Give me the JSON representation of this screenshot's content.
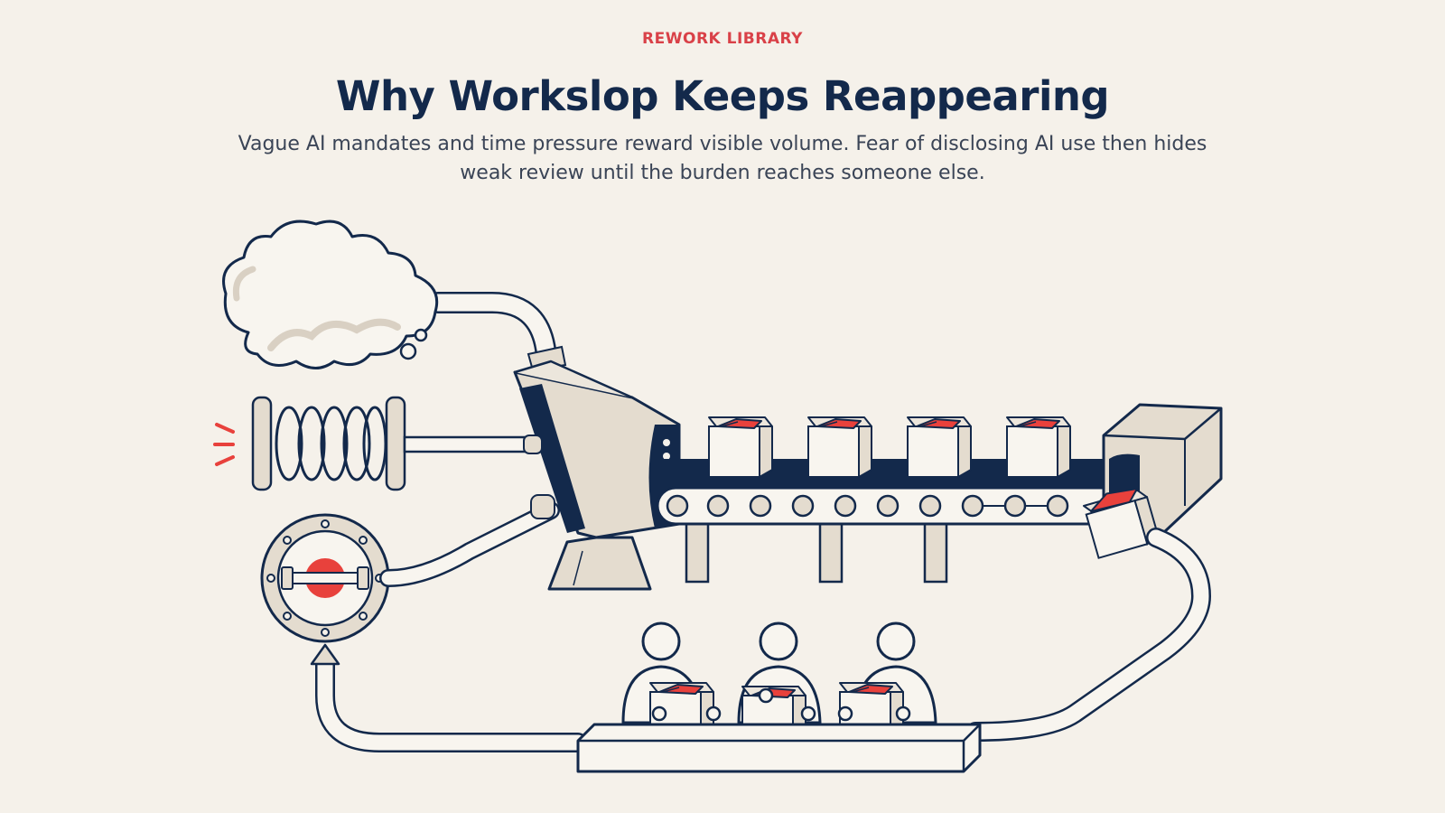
{
  "header": {
    "kicker": "REWORK LIBRARY",
    "title": "Why Workslop Keeps Reappearing",
    "subtitle": "Vague AI mandates and time pressure reward visible volume. Fear of disclosing AI use then hides weak review until the burden reaches someone else."
  },
  "colors": {
    "background": "#f5f1ea",
    "ink": "#13294b",
    "accent_red": "#e8413c",
    "machine_beige": "#e4dccf",
    "box_white": "#f8f5ef"
  },
  "illustration": {
    "conveyor_boxes": 4,
    "workers": 3
  }
}
